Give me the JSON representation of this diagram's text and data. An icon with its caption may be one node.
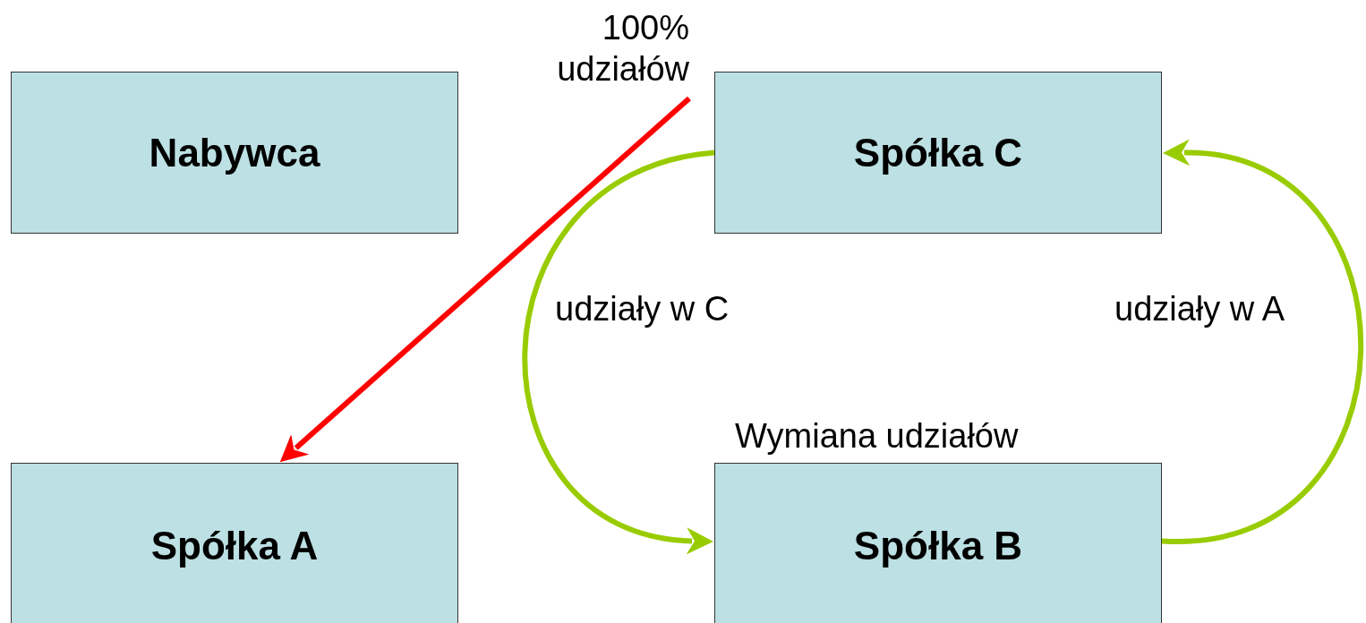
{
  "diagram": {
    "nodes": [
      {
        "text": [
          "Nabywca"
        ]
      },
      {
        "text": [
          "Spółka C"
        ]
      },
      {
        "text": [
          "Spółka A"
        ]
      },
      {
        "text": [
          "Spółka B"
        ],
        "beside": [
          "Wymiana udziałów"
        ]
      }
    ],
    "edges": [
      {
        "from": null,
        "to": 2,
        "arrow": "to",
        "label": "100% udziałów",
        "color": "#ff0000"
      },
      {
        "from": 1,
        "to": 3,
        "arrow": "to",
        "label": "udziały w C"
      },
      {
        "from": 3,
        "to": 1,
        "arrow": "to",
        "label": "udziały w A"
      }
    ]
  }
}
